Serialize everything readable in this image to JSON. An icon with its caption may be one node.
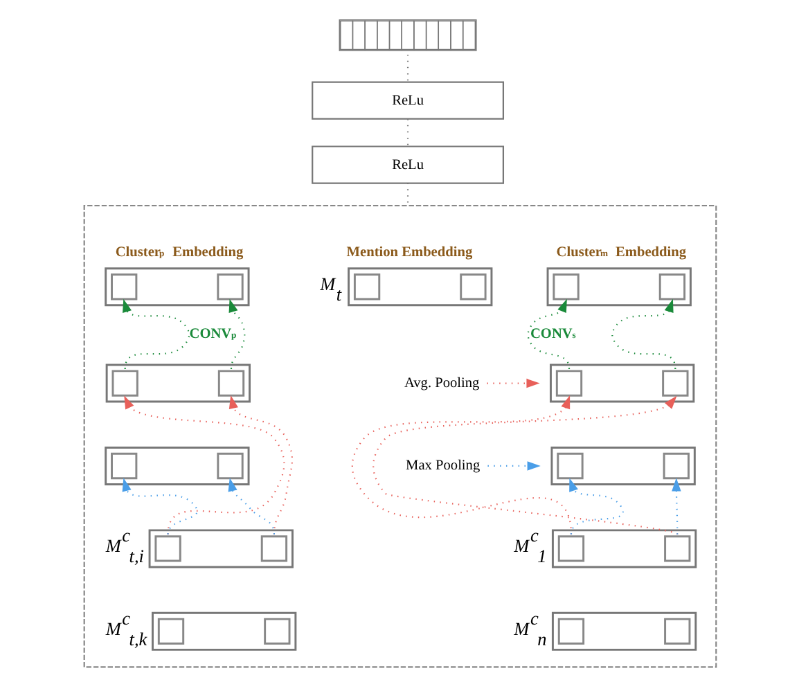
{
  "diagram": {
    "nodes": [
      {
        "text": [],
        "shape": "bar"
      },
      {
        "text": [
          "ReLu"
        ]
      },
      {
        "text": [
          "ReLu"
        ]
      },
      {
        "text": [],
        "shape": "box"
      },
      {
        "text": [
          "Mention Embedding"
        ],
        "beside": [
          "M$_{t}$"
        ],
        "in": 3
      },
      {
        "text": [
          "Cluster$_{m}$ Embedding"
        ],
        "in": 3
      },
      {
        "text": [
          "Cluster$_{p}$ Embedding"
        ],
        "in": 3
      },
      {
        "text": [
          "Avg. Pooling"
        ],
        "in": 3
      },
      {
        "text": [
          "Max Pooling"
        ],
        "in": 3
      },
      {
        "text": [],
        "shape": "box",
        "in": 3
      },
      {
        "text": [],
        "shape": "box",
        "in": 3
      },
      {
        "text": [],
        "shape": "box",
        "in": 3
      },
      {
        "text": [],
        "shape": "box",
        "in": 3
      },
      {
        "text": [],
        "shape": "box",
        "beside": [
          "M$^{c}$$_{1}$"
        ],
        "in": 3
      },
      {
        "text": [],
        "shape": "box",
        "beside": [
          "M$^{c}$$_{n}$"
        ],
        "in": 3
      },
      {
        "text": [],
        "shape": "box",
        "beside": [
          "M$^{c}$$_{t,i}$"
        ],
        "in": 3
      },
      {
        "text": [],
        "shape": "box",
        "beside": [
          "M$^{c}$$_{t,k}$"
        ],
        "in": 3
      }
    ],
    "edges": [
      {
        "from": 0,
        "to": 1,
        "arrow": "none",
        "style": "dashed",
        "color": "#777777"
      },
      {
        "from": 1,
        "to": 2,
        "arrow": "none",
        "style": "dashed",
        "color": "#777777"
      },
      {
        "from": 2,
        "to": 3,
        "arrow": "none",
        "style": "dashed",
        "color": "#777777"
      },
      {
        "from": 9,
        "to": 5,
        "arrow": "to",
        "style": "dashed",
        "color": "#1a8a3a",
        "label": "CONV$_{s}$"
      },
      {
        "from": 9,
        "to": 5,
        "arrow": "to",
        "style": "dashed",
        "color": "#1a8a3a"
      },
      {
        "from": 10,
        "to": 6,
        "arrow": "to",
        "style": "dashed",
        "color": "#1a8a3a",
        "label": "CONV$_{p}$"
      },
      {
        "from": 10,
        "to": 6,
        "arrow": "to",
        "style": "dashed",
        "color": "#1a8a3a"
      },
      {
        "from": 7,
        "to": 9,
        "arrow": "to",
        "style": "dashed",
        "color": "#e8605a"
      },
      {
        "from": 8,
        "to": 11,
        "arrow": "to",
        "style": "dashed",
        "color": "#4a9ee8"
      },
      {
        "from": 13,
        "to": 9,
        "arrow": "to",
        "style": "dashed",
        "color": "#e8605a"
      },
      {
        "from": 13,
        "to": 9,
        "arrow": "to",
        "style": "dashed",
        "color": "#e8605a"
      },
      {
        "from": 13,
        "to": 11,
        "arrow": "to",
        "style": "dashed",
        "color": "#4a9ee8"
      },
      {
        "from": 13,
        "to": 11,
        "arrow": "to",
        "style": "dashed",
        "color": "#4a9ee8"
      },
      {
        "from": 15,
        "to": 10,
        "arrow": "to",
        "style": "dashed",
        "color": "#e8605a"
      },
      {
        "from": 15,
        "to": 10,
        "arrow": "to",
        "style": "dashed",
        "color": "#e8605a"
      },
      {
        "from": 15,
        "to": 12,
        "arrow": "to",
        "style": "dashed",
        "color": "#4a9ee8"
      },
      {
        "from": 15,
        "to": 12,
        "arrow": "to",
        "style": "dashed",
        "color": "#4a9ee8"
      }
    ]
  }
}
